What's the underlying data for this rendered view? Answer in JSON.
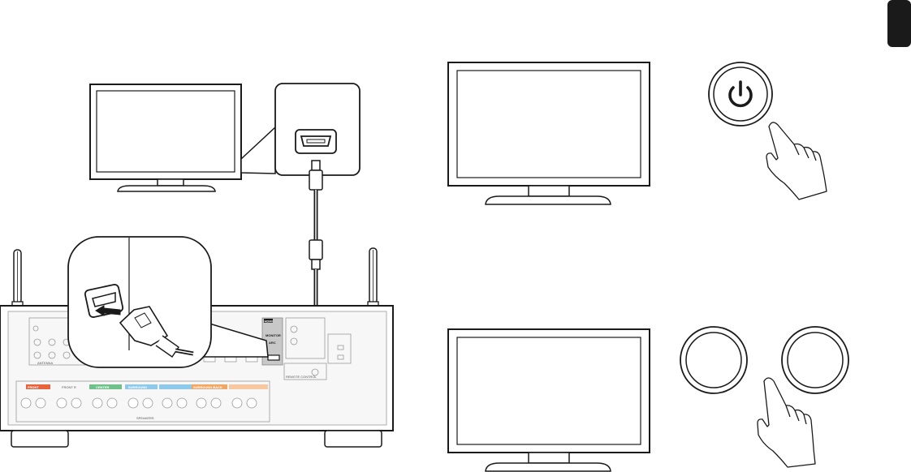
{
  "receiver": {
    "labels": {
      "hdmi": "HDMI",
      "monitor": "MONITOR",
      "arc": "ARC",
      "antenna": "ANTENNA",
      "front": "FRONT",
      "front_r": "FRONT R",
      "center": "CENTER",
      "surround": "SURROUND",
      "surround_back": "SURROUND BACK",
      "speakers": "SPEAKERS",
      "remote_control": "REMOTE CONTROL"
    }
  },
  "colors": {
    "line": "#1a1a1a",
    "panel_fill": "#f2f2f2",
    "monitor_panel": "#c8c8c8",
    "front_label": "#e8623c",
    "center_label": "#6fc08a",
    "surround_label": "#8fc9ea",
    "surround_back_label": "#f0a766",
    "tab": "#1a1a1a"
  }
}
